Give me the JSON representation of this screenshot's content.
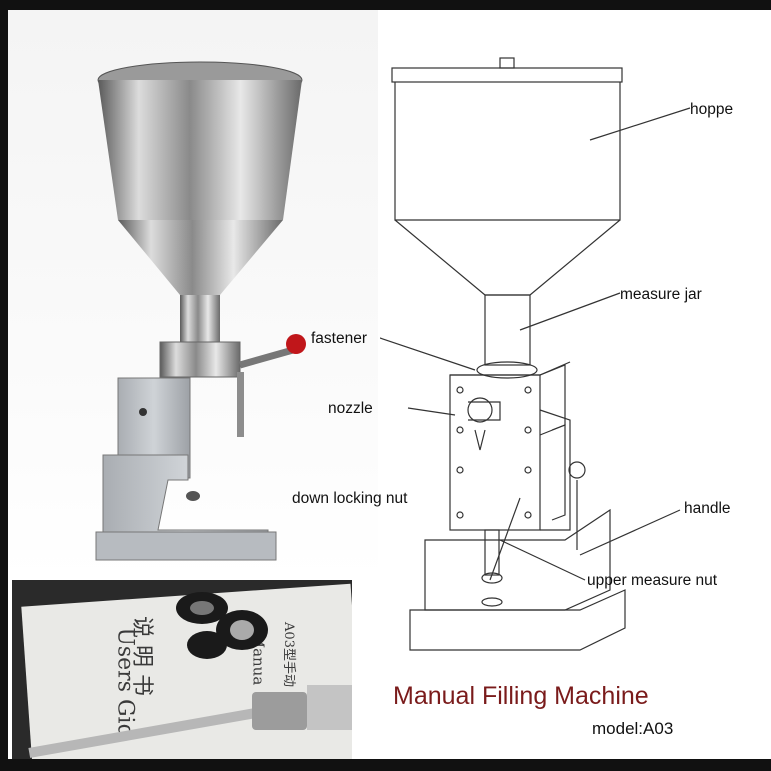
{
  "labels": {
    "hopper": "hoppe",
    "measure_jar": "measure jar",
    "fastener": "fastener",
    "nozzle": "nozzle",
    "down_locking_nut": "down locking nut",
    "handle": "handle",
    "upper_measure_nut": "upper measure nut"
  },
  "title": "Manual Filling Machine",
  "model": "model:A03",
  "inset": {
    "text_1": "说 明 书",
    "text_2": "Users Gid",
    "text_3": "Manua",
    "text_4": "A03型手动"
  },
  "colors": {
    "title": "#7a1b1b",
    "knob": "#c0161a"
  }
}
